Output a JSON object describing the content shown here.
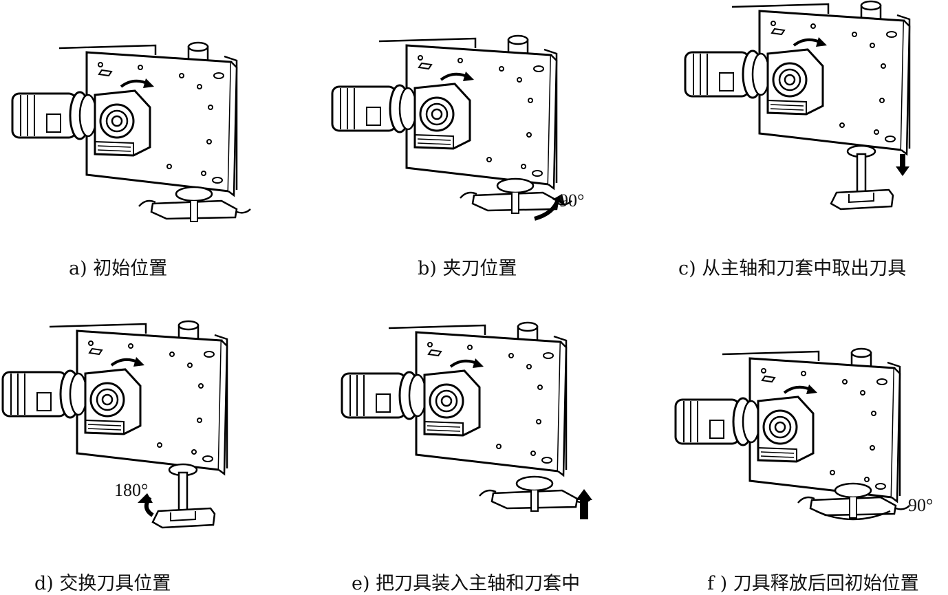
{
  "panels": [
    {
      "id": "a",
      "caption": "a) 初始位置",
      "angle": ""
    },
    {
      "id": "b",
      "caption": "b) 夹刀位置",
      "angle": "90°"
    },
    {
      "id": "c",
      "caption": "c) 从主轴和刀套中取出刀具",
      "angle": ""
    },
    {
      "id": "d",
      "caption": "d) 交换刀具位置",
      "angle": "180°"
    },
    {
      "id": "e",
      "caption": "e) 把刀具装入主轴和刀套中",
      "angle": ""
    },
    {
      "id": "f",
      "caption": "f ) 刀具释放后回初始位置",
      "angle": "90°"
    }
  ]
}
